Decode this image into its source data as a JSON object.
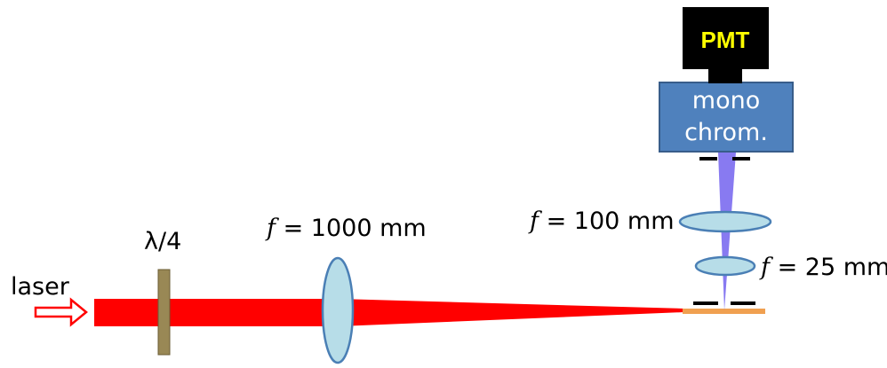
{
  "labels": {
    "laser": "laser",
    "waveplate": "λ/4",
    "lens1_f": "f",
    "lens1_value": " = 1000 mm",
    "lens2_f": "f",
    "lens2_value": " = 100 mm",
    "lens3_f": "f",
    "lens3_value": " = 25 mm",
    "pmt": "PMT",
    "mono_line1": "mono",
    "mono_line2": "chrom."
  },
  "colors": {
    "beam": "#ff0000",
    "beam_dark": "#cc0000",
    "waveplate": "#998855",
    "lens_fill": "#b7dde8",
    "lens_stroke": "#4a7fb5",
    "blue_beam": "#7b6cf0",
    "sample": "#f0a050",
    "monochromator": "#4f81bd",
    "pmt_body": "#000000",
    "pmt_text": "#ffff00"
  }
}
